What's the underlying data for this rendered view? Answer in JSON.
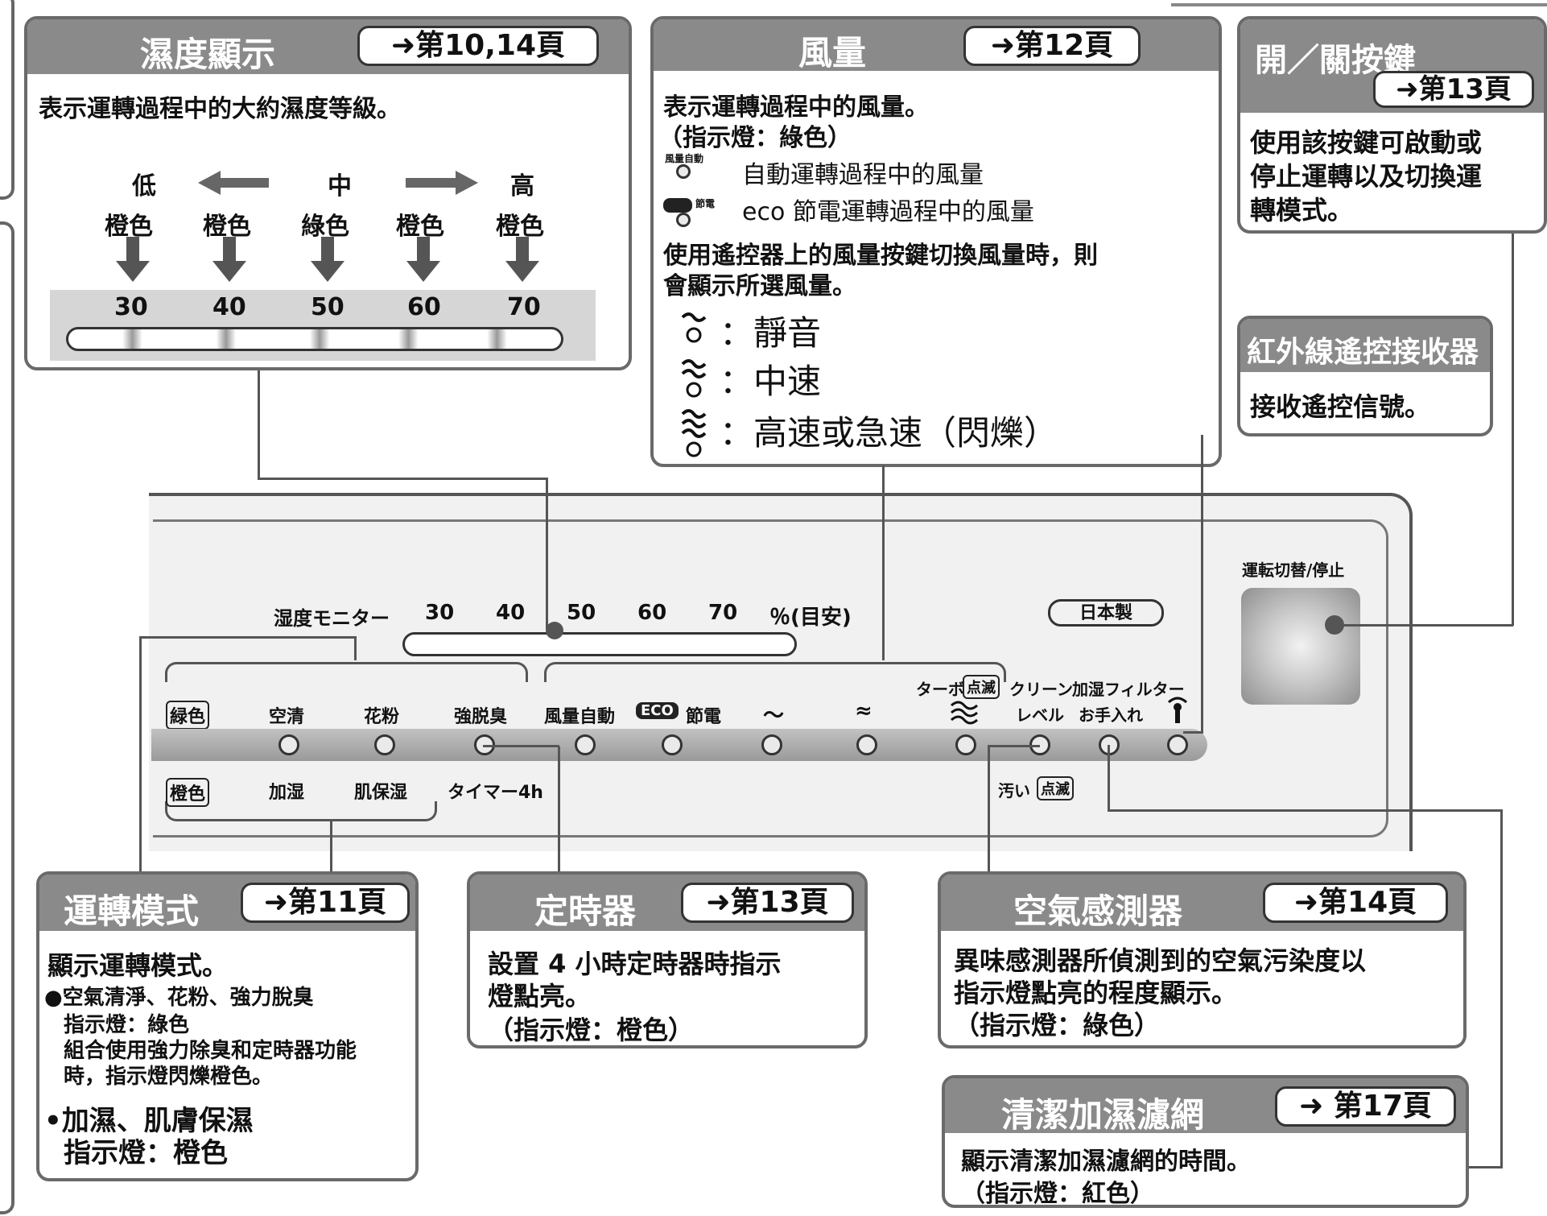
{
  "humidity": {
    "title": "濕度顯示",
    "page_ref": "➜第10,14頁",
    "desc": "表示運轉過程中的大約濕度等級。",
    "levels": [
      "低",
      "中",
      "高"
    ],
    "colors": [
      "橙色",
      "橙色",
      "綠色",
      "橙色",
      "橙色"
    ],
    "values": [
      "30",
      "40",
      "50",
      "60",
      "70"
    ]
  },
  "airflow": {
    "title": "風量",
    "page_ref": "➜第12頁",
    "desc1": "表示運轉過程中的風量。",
    "desc2": "（指示燈：綠色）",
    "auto_tag": "風量自動",
    "auto_text": "自動運轉過程中的風量",
    "eco_tag": "節電",
    "eco_text": "eco 節電運轉過程中的風量",
    "switch_text1": "使用遙控器上的風量按鍵切換風量時，則",
    "switch_text2": "會顯示所選風量。",
    "quiet": "：靜音",
    "medium": "：中速",
    "high": "：高速或急速（閃爍）"
  },
  "power": {
    "title": "開／關按鍵",
    "page_ref": "➜第13頁",
    "desc1": "使用該按鍵可啟動或",
    "desc2": "停止運轉以及切換運",
    "desc3": "轉模式。"
  },
  "ir": {
    "title": "紅外線遙控接收器",
    "desc": "接收遙控信號。"
  },
  "panel": {
    "monitor_label": "湿度モニター",
    "monitor_values": [
      "30",
      "40",
      "50",
      "60",
      "70"
    ],
    "monitor_unit": "％(目安)",
    "made_in": "日本製",
    "power_button_label": "運転切替/停止",
    "green_tag": "緑色",
    "orange_tag": "橙色",
    "top_labels": {
      "clean": "空清",
      "pollen": "花粉",
      "deodor": "強脱臭",
      "auto": "風量自動",
      "eco": "ECO",
      "eco_suffix": "節電",
      "quiet": "〜",
      "medium": "≈",
      "turbo": "ターボ",
      "turbo_tag": "点滅",
      "clean_level1": "クリーン",
      "clean_level2": "レベル",
      "filter1": "加湿フィルター",
      "filter2": "お手入れ"
    },
    "bottom_labels": {
      "humid": "加湿",
      "skin": "肌保湿",
      "timer": "タイマー4h",
      "dirty": "汚い",
      "dirty_tag": "点滅"
    }
  },
  "mode": {
    "title": "運轉模式",
    "page_ref": "➜第11頁",
    "desc": "顯示運轉模式。",
    "b1": "●空氣清淨、花粉、強力脫臭",
    "b1a": "指示燈：綠色",
    "b1b": "組合使用強力除臭和定時器功能",
    "b1c": "時，指示燈閃爍橙色。",
    "b2": "•加濕、肌膚保濕",
    "b2a": "指示燈：橙色"
  },
  "timer": {
    "title": "定時器",
    "page_ref": "➜第13頁",
    "desc1": "設置 4 小時定時器時指示",
    "desc2": "燈點亮。",
    "desc3": "（指示燈：橙色）"
  },
  "sensor": {
    "title": "空氣感測器",
    "page_ref": "➜第14頁",
    "desc1": "異味感測器所偵測到的空氣污染度以",
    "desc2": "指示燈點亮的程度顯示。",
    "desc3": "（指示燈：綠色）"
  },
  "filter": {
    "title": "清潔加濕濾網",
    "page_ref": "➜ 第17頁",
    "desc1": "顯示清潔加濕濾網的時間。",
    "desc2": "（指示燈：紅色）"
  }
}
